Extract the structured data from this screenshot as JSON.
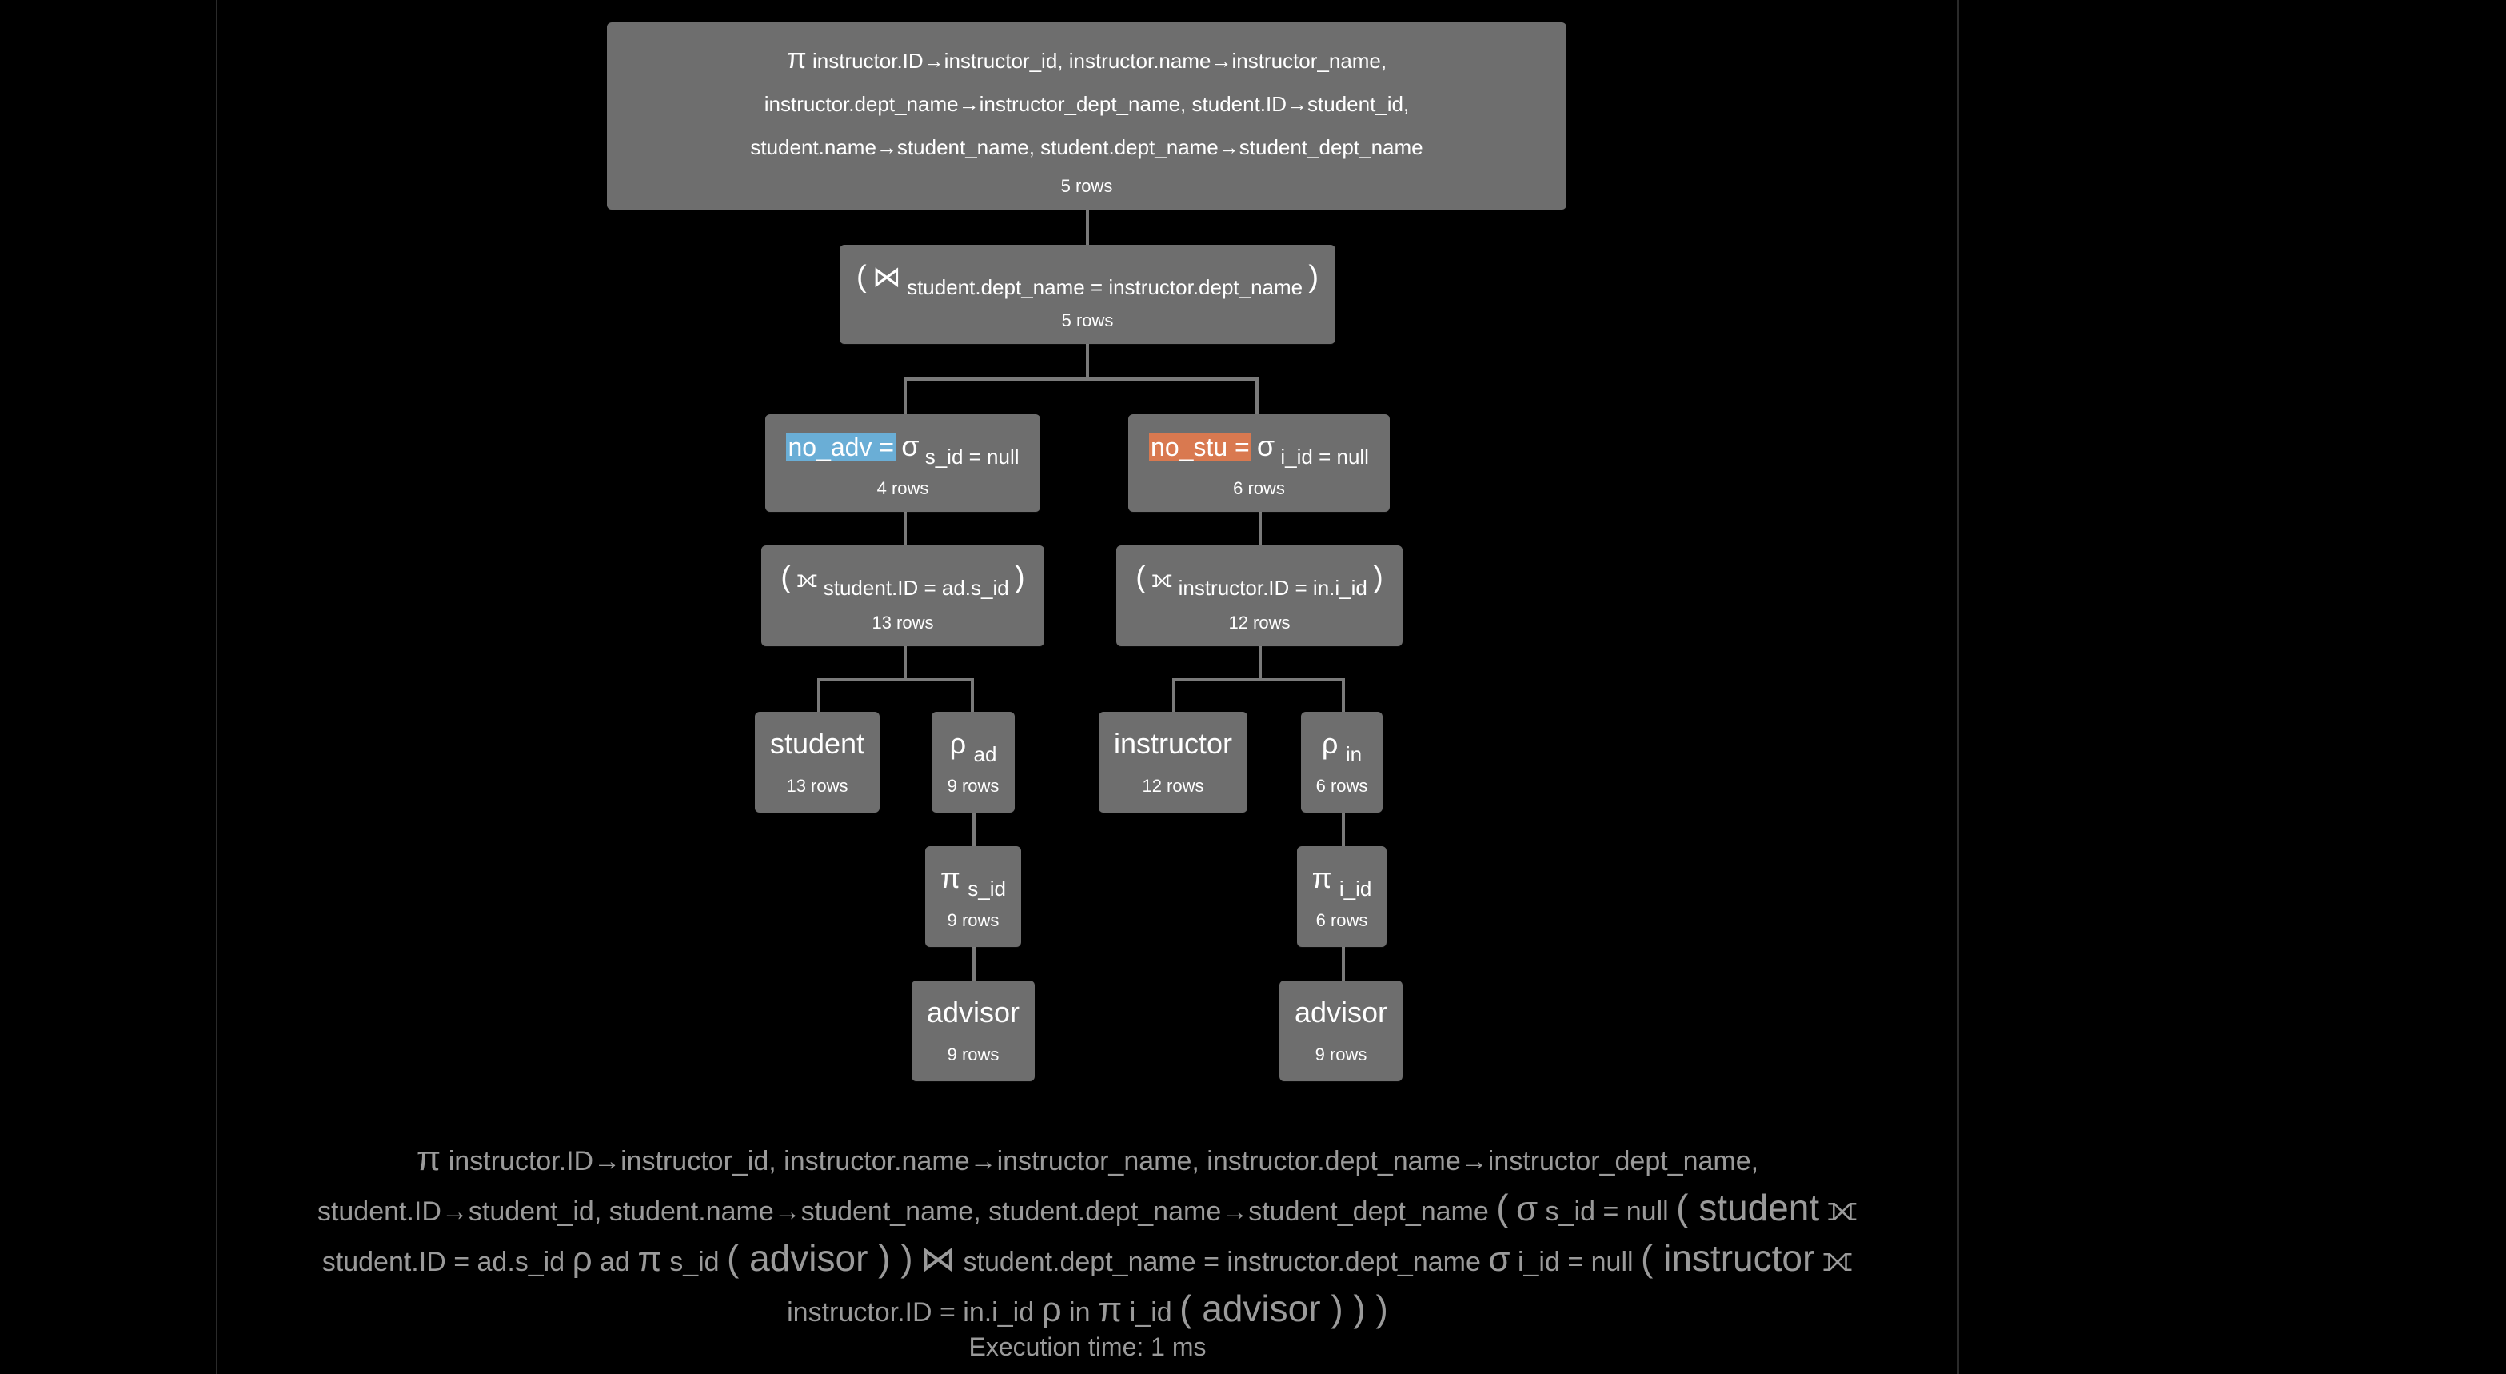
{
  "tree": {
    "root": {
      "op": "π",
      "lines": [
        "instructor.ID→instructor_id, instructor.name→instructor_name,",
        "instructor.dept_name→instructor_dept_name, student.ID→student_id,",
        "student.name→student_name, student.dept_name→student_dept_name"
      ],
      "rows": "5 rows"
    },
    "join_top": {
      "open": "(",
      "op": "⋈",
      "cond": "student.dept_name = instructor.dept_name",
      "close": ")",
      "rows": "5 rows"
    },
    "sel_left": {
      "alias": "no_adv =",
      "op": "σ",
      "cond": "s_id = null",
      "rows": "4 rows",
      "alias_color": "#6aaed6"
    },
    "sel_right": {
      "alias": "no_stu =",
      "op": "σ",
      "cond": "i_id = null",
      "rows": "6 rows",
      "alias_color": "#d97950"
    },
    "join_left": {
      "open": "(",
      "op": "⟗",
      "cond": "student.ID = ad.s_id",
      "close": ")",
      "rows": "13 rows"
    },
    "join_right": {
      "open": "(",
      "op": "⟗",
      "cond": "instructor.ID = in.i_id",
      "close": ")",
      "rows": "12 rows"
    },
    "student": {
      "label": "student",
      "rows": "13 rows"
    },
    "rho_ad": {
      "op": "ρ",
      "cond": "ad",
      "rows": "9 rows"
    },
    "instructor": {
      "label": "instructor",
      "rows": "12 rows"
    },
    "rho_in": {
      "op": "ρ",
      "cond": "in",
      "rows": "6 rows"
    },
    "pi_sid": {
      "op": "π",
      "cond": "s_id",
      "rows": "9 rows"
    },
    "pi_iid": {
      "op": "π",
      "cond": "i_id",
      "rows": "6 rows"
    },
    "advisor_left": {
      "label": "advisor",
      "rows": "9 rows"
    },
    "advisor_right": {
      "label": "advisor",
      "rows": "9 rows"
    }
  },
  "expression": {
    "l1_pi": "π",
    "l1_sub": "instructor.ID→instructor_id, instructor.name→instructor_name, instructor.dept_name→instructor_dept_name,",
    "l2_sub": "student.ID→student_id, student.name→student_name, student.dept_name→student_dept_name",
    "l2_open": "(",
    "l2_sigma": "σ",
    "l2_cond": "s_id = null",
    "l2_paren_student": "( student",
    "l2_join": "⟗",
    "l3_cond": "student.ID = ad.s_id",
    "l3_rho": "ρ",
    "l3_rho_sub": "ad",
    "l3_pi": "π",
    "l3_pi_sub": "s_id",
    "l3_advisor": "( advisor ) )",
    "l3_join": "⋈",
    "l3_join_cond": "student.dept_name = instructor.dept_name",
    "l3_sigma": "σ",
    "l3_sigma_cond": "i_id = null",
    "l3_paren_instr": "( instructor",
    "l3_join2": "⟗",
    "l4_cond": "instructor.ID = in.i_id",
    "l4_rho": "ρ",
    "l4_rho_sub": "in",
    "l4_pi": "π",
    "l4_pi_sub": "i_id",
    "l4_tail": "( advisor ) ) )"
  },
  "execution_time": "Execution time: 1 ms"
}
